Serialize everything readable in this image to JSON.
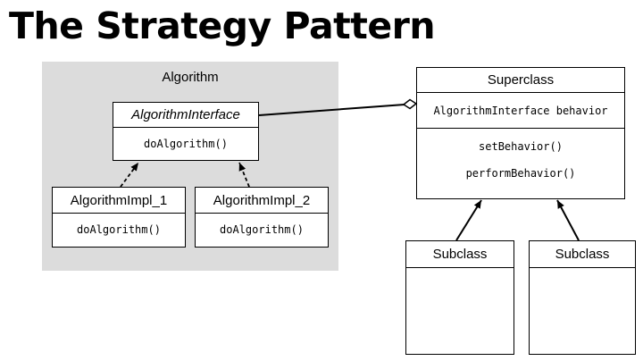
{
  "title": "The Strategy Pattern",
  "package": {
    "label": "Algorithm"
  },
  "algorithm_interface": {
    "name": "AlgorithmInterface",
    "method": "doAlgorithm()"
  },
  "impl1": {
    "name": "AlgorithmImpl_1",
    "method": "doAlgorithm()"
  },
  "impl2": {
    "name": "AlgorithmImpl_2",
    "method": "doAlgorithm()"
  },
  "superclass": {
    "name": "Superclass",
    "attribute": "AlgorithmInterface behavior",
    "methods": [
      "setBehavior()",
      "performBehavior()"
    ]
  },
  "subclass1": {
    "name": "Subclass"
  },
  "subclass2": {
    "name": "Subclass"
  }
}
